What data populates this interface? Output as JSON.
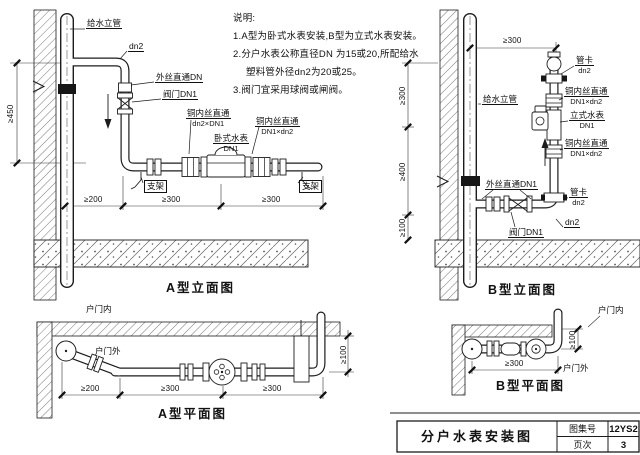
{
  "title_block": {
    "title": "分户水表安装图",
    "atlas_label": "图集号",
    "atlas_value": "12YS2",
    "page_label": "页次",
    "page_value": "3"
  },
  "notes": {
    "heading": "说明:",
    "line1": "1.A型为卧式水表安装,B型为立式水表安装。",
    "line2": "2.分户水表公称直径DN 为15或20,所配给水",
    "line3": "塑料管外径dn2为20或25。",
    "line4": "3.阀门宜采用球阀或闸阀。"
  },
  "a_elevation": {
    "caption": "A型立面图",
    "riser": "给水立管",
    "dn2": "dn2",
    "union": "外丝直通DN",
    "valve": "阀门DN1",
    "copper_left": "铜内丝直通",
    "copper_left_size": "dn2×DN1",
    "meter": "卧式水表",
    "meter_size": "DN1",
    "copper_right": "铜内丝直通",
    "copper_right_size": "DN1×dn2",
    "bracket_left": "支架",
    "bracket_right": "支架",
    "dim_v450": "≥450",
    "dim_h200": "≥200",
    "dim_h300a": "≥300",
    "dim_h300b": "≥300"
  },
  "a_plan": {
    "caption": "A型平面图",
    "door_inside": "户门内",
    "door_outside": "户门外",
    "dim_h200": "≥200",
    "dim_h300a": "≥300",
    "dim_h300b": "≥300",
    "dim_v100": "≥100"
  },
  "b_elevation": {
    "caption": "B型立面图",
    "riser": "给水立管",
    "clamp_top": "管卡",
    "clamp_top_size": "dn2",
    "copper_top": "铜内丝直通",
    "copper_top_size": "DN1×dn2",
    "meter": "立式水表",
    "meter_size": "DN1",
    "copper_bottom": "铜内丝直通",
    "copper_bottom_size": "DN1×dn2",
    "clamp_bottom": "管卡",
    "clamp_bottom_size": "dn2",
    "elbow_size": "dn2",
    "union": "外丝直通DN1",
    "valve": "阀门DN1",
    "dim_h300": "≥300",
    "dim_v300": "≥300",
    "dim_v400": "≥400",
    "dim_v100": "≥100"
  },
  "b_plan": {
    "caption": "B型平面图",
    "door_inside": "户门内",
    "door_outside": "户门外",
    "dim_h300": "≥300",
    "dim_v100": "≥100"
  }
}
